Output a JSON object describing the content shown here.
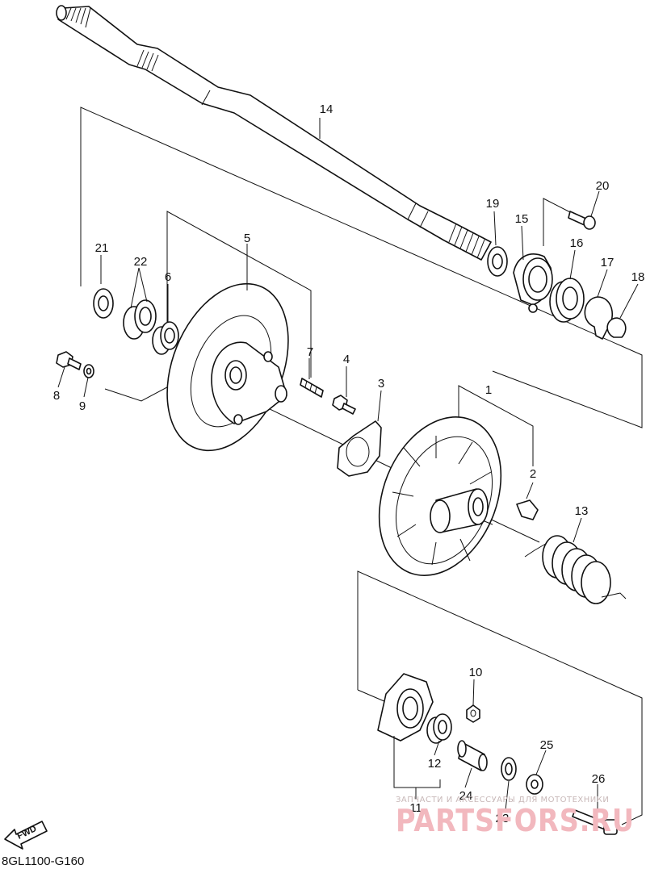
{
  "diagram_code": "8GL1100-G160",
  "fwd_label": "FWD",
  "watermark": {
    "caption": "ЗАПЧАСТИ И АКСЕССУАРЫ ДЛЯ МОТОТЕХНИКИ",
    "brand": "PARTSFORS.RU"
  },
  "callouts": {
    "p1": "1",
    "p2": "2",
    "p3": "3",
    "p4": "4",
    "p5": "5",
    "p6": "6",
    "p7": "7",
    "p8": "8",
    "p9": "9",
    "p10": "10",
    "p11": "11",
    "p12": "12",
    "p13": "13",
    "p14": "14",
    "p15": "15",
    "p16": "16",
    "p17": "17",
    "p18": "18",
    "p19": "19",
    "p20": "20",
    "p21": "21",
    "p22": "22",
    "p23": "23",
    "p24": "24",
    "p25": "25",
    "p26": "26"
  }
}
